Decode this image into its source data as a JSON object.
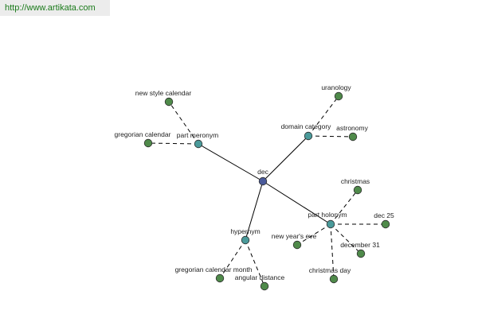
{
  "banner": {
    "url_text": "http://www.artikata.com"
  },
  "colors": {
    "center_node": "#4a5a9a",
    "relation_node": "#4a9a9a",
    "leaf_node": "#4f8a4a",
    "node_stroke": "#2e2e2e",
    "edge": "#000000",
    "banner_bg": "#ececec",
    "banner_text": "#1a7a1a"
  },
  "graph": {
    "center": {
      "id": "dec",
      "label": "dec"
    },
    "relations": [
      {
        "id": "part_meronym",
        "label": "part meronym"
      },
      {
        "id": "domain_category",
        "label": "domain category"
      },
      {
        "id": "part_holonym",
        "label": "part holonym"
      },
      {
        "id": "hypernym",
        "label": "hypernym"
      }
    ],
    "leaves": [
      {
        "id": "new_style_calendar",
        "label": "new style calendar",
        "relation": "part_meronym"
      },
      {
        "id": "gregorian_calendar",
        "label": "gregorian calendar",
        "relation": "part_meronym"
      },
      {
        "id": "uranology",
        "label": "uranology",
        "relation": "domain_category"
      },
      {
        "id": "astronomy",
        "label": "astronomy",
        "relation": "domain_category"
      },
      {
        "id": "christmas",
        "label": "christmas",
        "relation": "part_holonym"
      },
      {
        "id": "dec_25",
        "label": "dec 25",
        "relation": "part_holonym"
      },
      {
        "id": "new_years_eve",
        "label": "new year's eve",
        "relation": "part_holonym"
      },
      {
        "id": "december_31",
        "label": "december 31",
        "relation": "part_holonym"
      },
      {
        "id": "christmas_day",
        "label": "christmas day",
        "relation": "part_holonym"
      },
      {
        "id": "gregorian_calendar_month",
        "label": "gregorian calendar month",
        "relation": "hypernym"
      },
      {
        "id": "angular_distance",
        "label": "angular distance",
        "relation": "hypernym"
      }
    ]
  }
}
